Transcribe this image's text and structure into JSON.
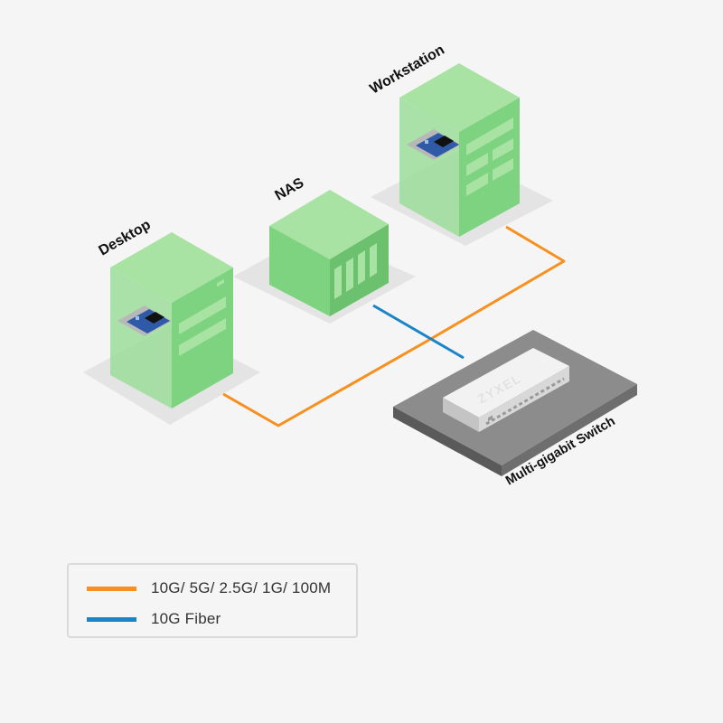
{
  "devices": {
    "desktop_label": "Desktop",
    "nas_label": "NAS",
    "workstation_label": "Workstation",
    "switch_label": "Multi-gigabit Switch",
    "switch_brand": "ZYXEL"
  },
  "legend": {
    "items": [
      {
        "label": "10G/ 5G/ 2.5G/ 1G/ 100M",
        "color": "#f7901e"
      },
      {
        "label": "10G Fiber",
        "color": "#1a84c7"
      }
    ]
  },
  "colors": {
    "server_front": "#7dd37f",
    "server_side": "#6cc16e",
    "server_top": "#a8e3a4",
    "translucent_green": "#9cdd9a",
    "floor_shadow": "#e4e4e4",
    "nic_blue": "#2f5aa8",
    "switch_base": "#8c8c8c"
  }
}
